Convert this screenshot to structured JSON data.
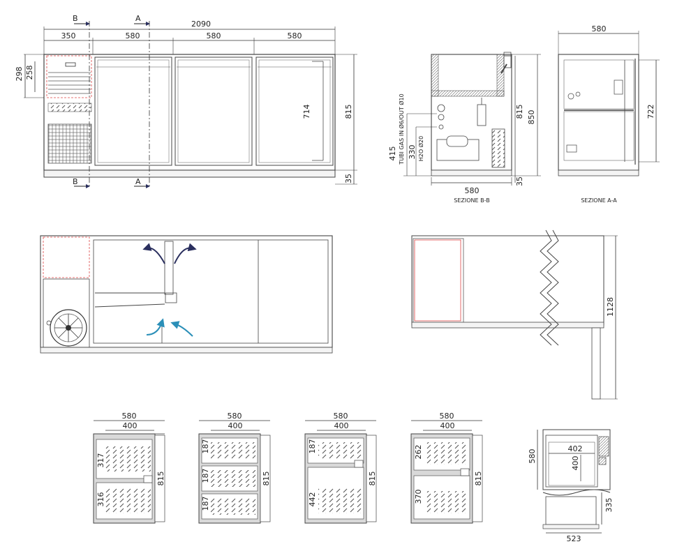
{
  "front_view": {
    "overall_width": "2090",
    "widths": [
      "350",
      "580",
      "580",
      "580"
    ],
    "panel_h_outer": "298",
    "panel_h_inner": "258",
    "door_height": "714",
    "height": "815",
    "plinth": "35",
    "section_b_top": "B",
    "section_b_bottom": "B",
    "section_a_top": "A",
    "section_a_bottom": "A"
  },
  "section_bb": {
    "label": "SEZIONE B-B",
    "width": "580",
    "height_815": "815",
    "height_850": "850",
    "plinth": "35",
    "pipes_label": "TUBI GAS IN Ø6/OUT Ø10",
    "pipes_height": "415",
    "water_label": "H2O Ø20",
    "water_height": "330"
  },
  "section_aa": {
    "label": "SEZIONE A-A",
    "width": "580",
    "height": "722"
  },
  "side_detail": {
    "height": "1128"
  },
  "drawer_configs": [
    {
      "outer": "580",
      "inner": "400",
      "heights": [
        "317",
        "316"
      ],
      "total": "815"
    },
    {
      "outer": "580",
      "inner": "400",
      "heights": [
        "187",
        "187",
        "187"
      ],
      "total": "815"
    },
    {
      "outer": "580",
      "inner": "400",
      "heights": [
        "187",
        "442"
      ],
      "total": "815"
    },
    {
      "outer": "580",
      "inner": "400",
      "heights": [
        "262",
        "370"
      ],
      "total": "815"
    }
  ],
  "drawer_detail": {
    "depth": "580",
    "inner_w": "402",
    "inner_h": "400",
    "rail": "335",
    "base_w": "523"
  }
}
